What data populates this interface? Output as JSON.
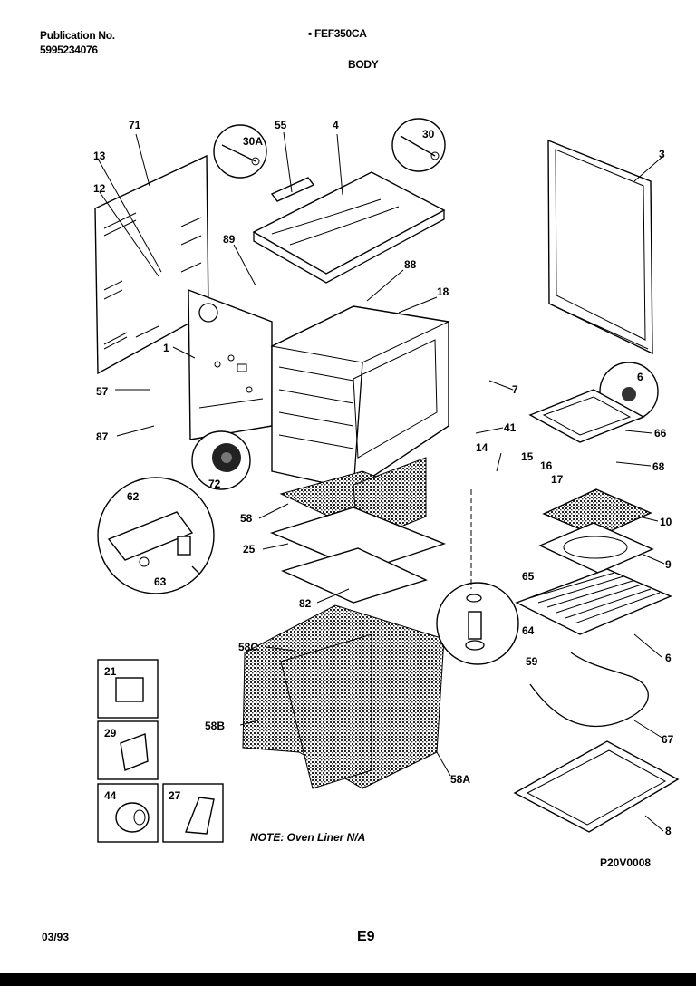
{
  "header": {
    "publication_label": "Publication No.",
    "publication_number": "5995234076",
    "model": "FEF350CA",
    "section": "BODY"
  },
  "footer": {
    "date": "03/93",
    "page": "E9",
    "drawing_code": "P20V0008"
  },
  "note": "NOTE: Oven Liner N/A",
  "callouts": [
    "71",
    "13",
    "12",
    "55",
    "30A",
    "4",
    "30",
    "3",
    "89",
    "88",
    "18",
    "1",
    "57",
    "87",
    "72",
    "7",
    "41",
    "6",
    "66",
    "14",
    "15",
    "16",
    "17",
    "68",
    "62",
    "63",
    "58",
    "25",
    "82",
    "10",
    "9",
    "65",
    "64",
    "59",
    "58C",
    "58B",
    "58A",
    "21",
    "29",
    "44",
    "27",
    "67",
    "8"
  ],
  "colors": {
    "ink": "#000000",
    "paper": "#ffffff",
    "pattern": "#6a6a6a"
  }
}
